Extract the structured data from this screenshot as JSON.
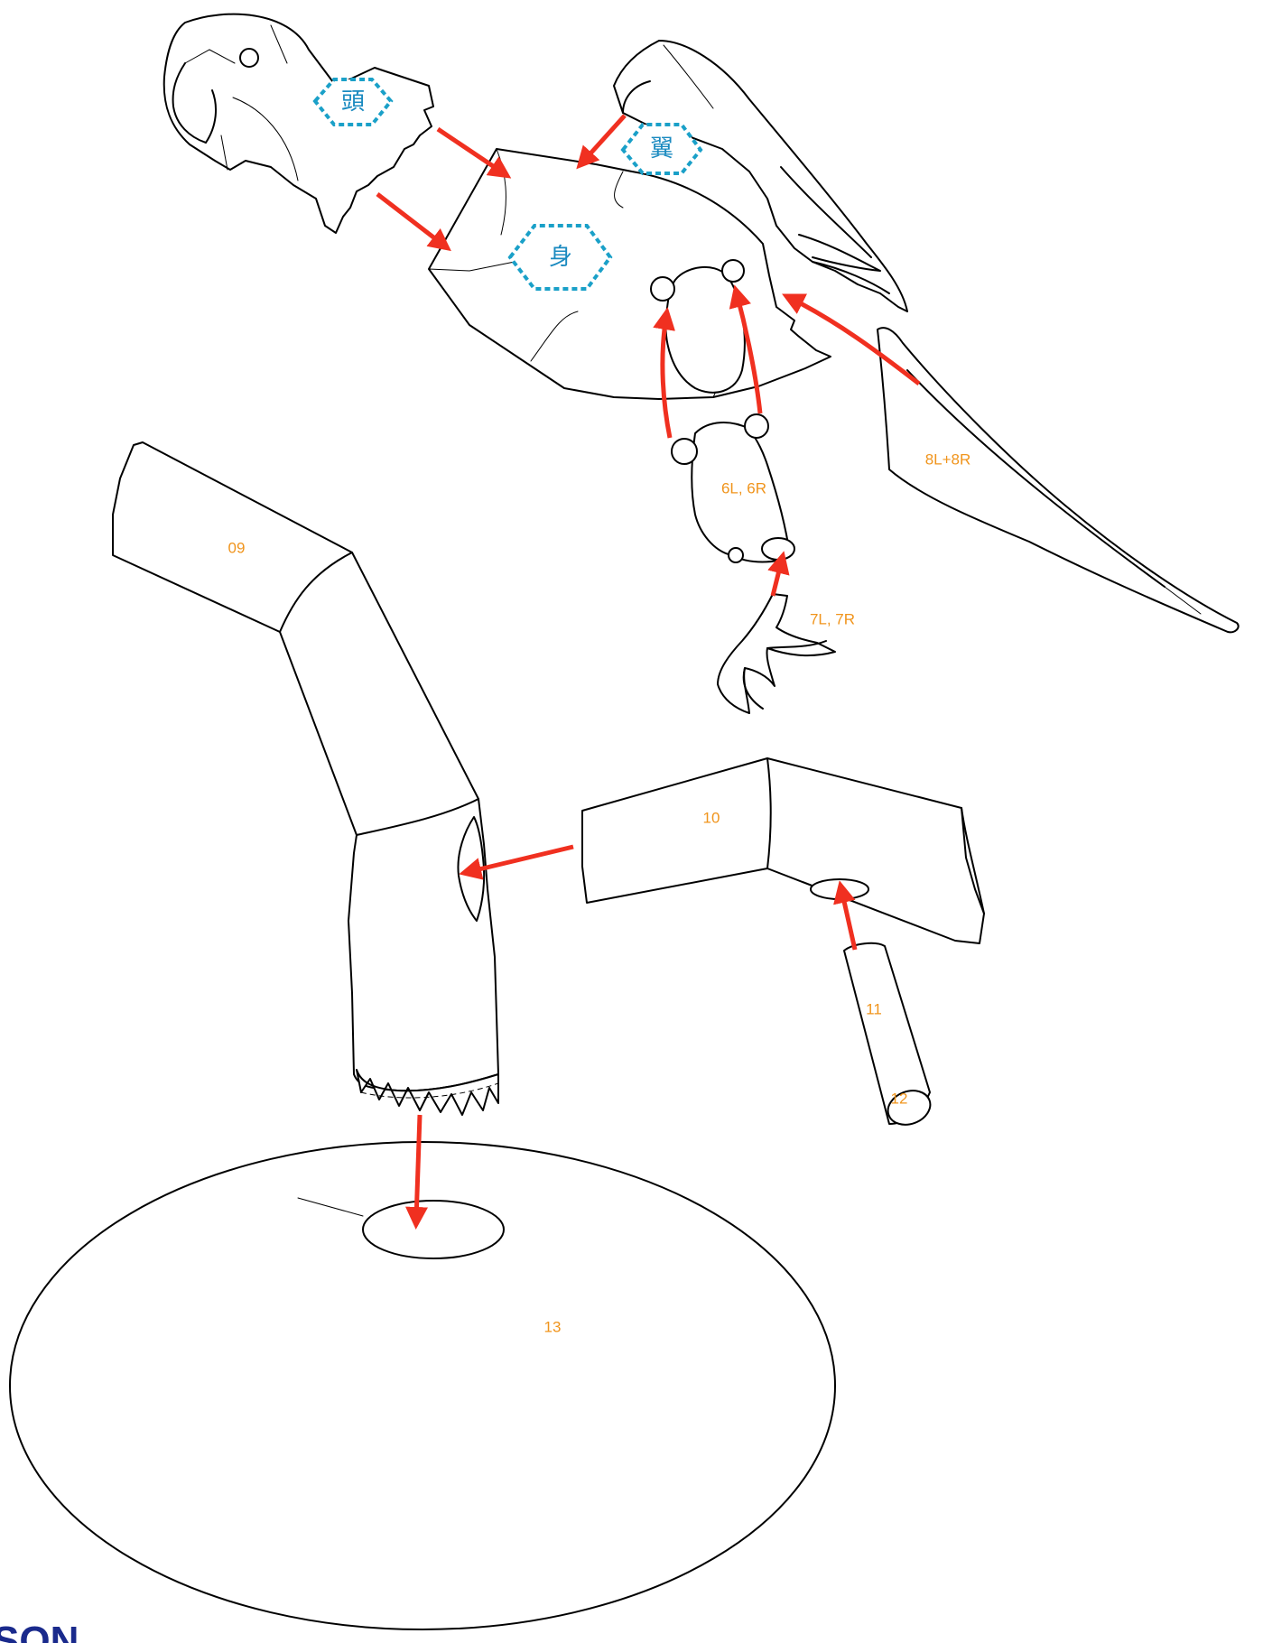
{
  "colors": {
    "arrow": "#f03020",
    "part_label": "#f0941c",
    "hex_outline": "#1aa0c8",
    "hex_text": "#1a8ac0",
    "brand": "#1a2a8c"
  },
  "hex_labels": {
    "head": "頭",
    "wing": "翼",
    "body": "身"
  },
  "part_labels": {
    "leg": "6L, 6R",
    "foot": "7L, 7R",
    "tail": "8L+8R",
    "branch_main": "09",
    "branch_side": "10",
    "twig": "11",
    "twig_end": "12",
    "base": "13"
  },
  "brand_fragment": "SON"
}
